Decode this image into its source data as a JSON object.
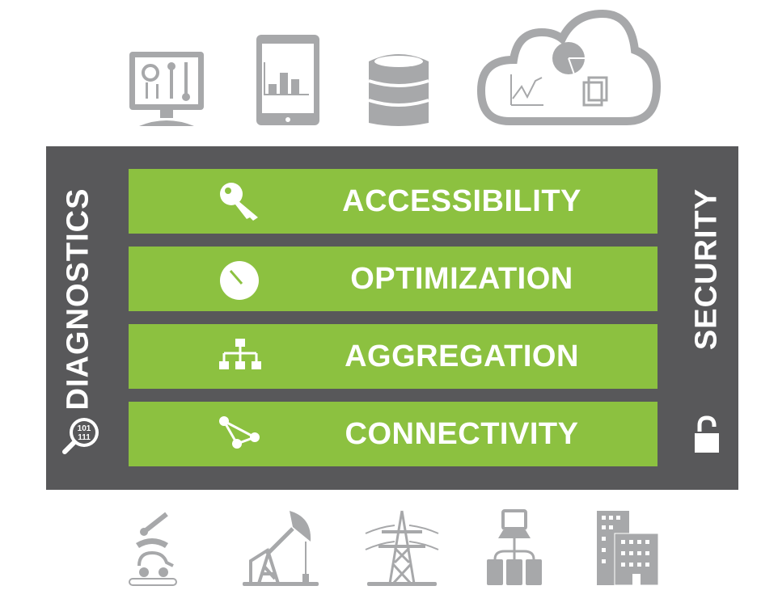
{
  "layers": [
    {
      "label": "ACCESSIBILITY",
      "icon": "key-icon"
    },
    {
      "label": "OPTIMIZATION",
      "icon": "gauge-icon"
    },
    {
      "label": "AGGREGATION",
      "icon": "hierarchy-icon"
    },
    {
      "label": "CONNECTIVITY",
      "icon": "network-icon"
    }
  ],
  "side_left": {
    "label": "DIAGNOSTICS",
    "icon": "magnifier-binary-icon",
    "icon_text": "101\n111"
  },
  "side_right": {
    "label": "SECURITY",
    "icon": "padlock-icon"
  },
  "colors": {
    "green": "#8cc140",
    "panel": "#58585a",
    "icon_gray": "#a7a8aa"
  }
}
